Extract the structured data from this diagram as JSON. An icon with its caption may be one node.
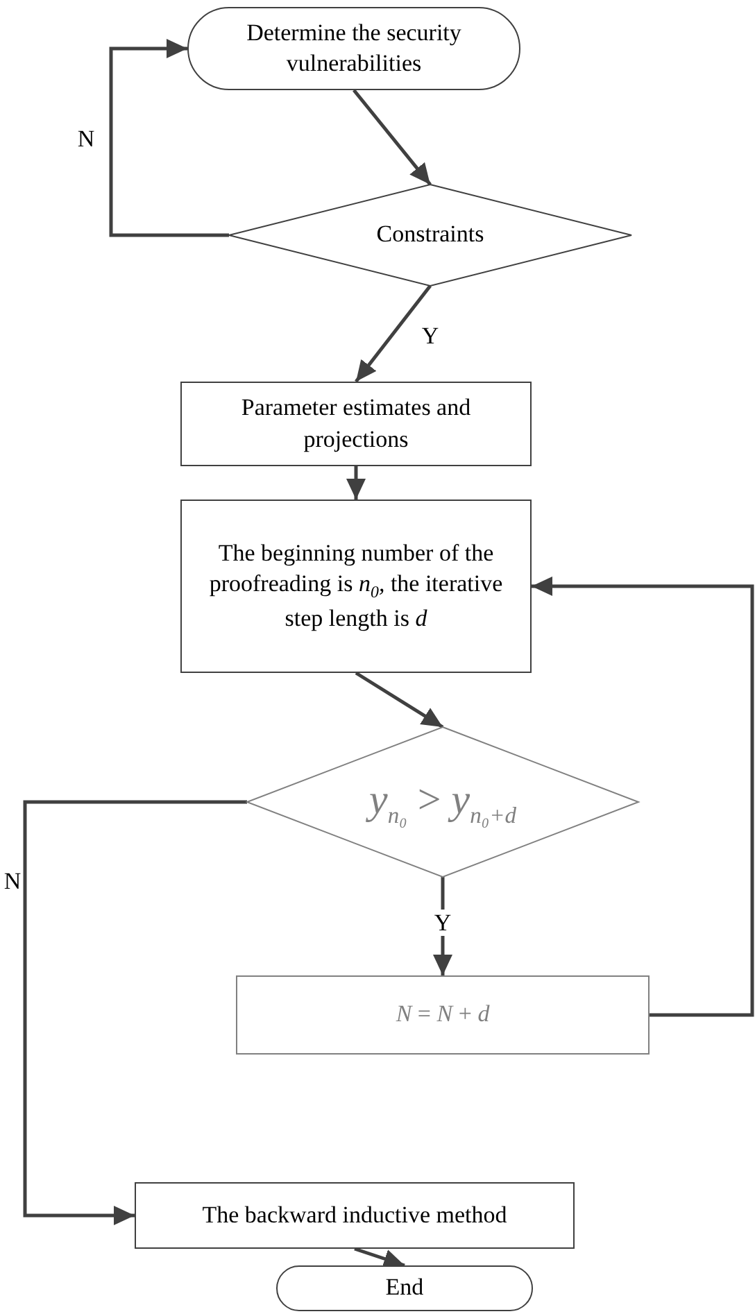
{
  "diagram": {
    "nodes": [
      {
        "text": [
          "Determine the security vulnerabilities"
        ]
      },
      {
        "text": [
          "Constraints"
        ]
      },
      {
        "text": [
          "Parameter estimates and projections"
        ]
      },
      {
        "text": [
          "The beginning number of the proofreading is *n*$_{0}$*,* the iterative step length is *d*"
        ]
      },
      {
        "text": [
          "*y*$_{n₀}$ > *y*$_{n₀+d}$"
        ]
      },
      {
        "text": [
          "*N* = *N* + *d*"
        ]
      },
      {
        "text": [
          "The backward inductive method"
        ]
      },
      {
        "text": [
          "End"
        ]
      }
    ],
    "edges": [
      {
        "from": 0,
        "to": 1,
        "arrow": "to"
      },
      {
        "from": 1,
        "to": 0,
        "arrow": "to",
        "label": "N"
      },
      {
        "from": 1,
        "to": 2,
        "arrow": "to",
        "label": "Y"
      },
      {
        "from": 2,
        "to": 3,
        "arrow": "to"
      },
      {
        "from": 3,
        "to": 4,
        "arrow": "to"
      },
      {
        "from": 4,
        "to": 5,
        "arrow": "to",
        "label": "Y"
      },
      {
        "from": 5,
        "to": 3,
        "arrow": "to"
      },
      {
        "from": 4,
        "to": 6,
        "arrow": "to",
        "label": "N"
      },
      {
        "from": 6,
        "to": 7,
        "arrow": "to"
      }
    ]
  }
}
